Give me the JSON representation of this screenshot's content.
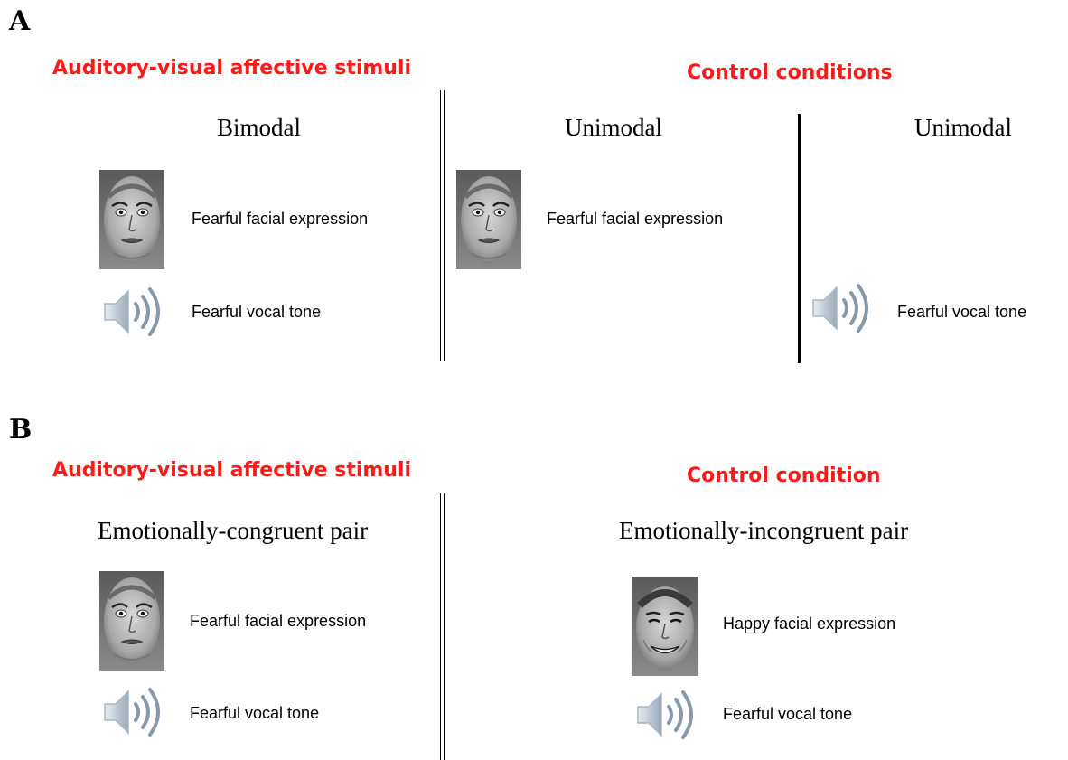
{
  "panel_a": {
    "label": "A",
    "heading_left": "Auditory-visual affective stimuli",
    "heading_right": "Control conditions",
    "bimodal": {
      "title": "Bimodal",
      "face_label": "Fearful facial expression",
      "voice_label": "Fearful vocal tone"
    },
    "unimodal_visual": {
      "title": "Unimodal",
      "face_label": "Fearful facial expression"
    },
    "unimodal_auditory": {
      "title": "Unimodal",
      "voice_label": "Fearful vocal tone"
    }
  },
  "panel_b": {
    "label": "B",
    "heading_left": "Auditory-visual affective stimuli",
    "heading_right": "Control condition",
    "congruent": {
      "title": "Emotionally-congruent pair",
      "face_label": "Fearful facial expression",
      "voice_label": "Fearful vocal tone"
    },
    "incongruent": {
      "title": "Emotionally-incongruent pair",
      "face_label": "Happy facial expression",
      "voice_label": "Fearful vocal tone"
    }
  },
  "colors": {
    "heading": "#ff1a1a",
    "text": "#000000"
  },
  "icons": [
    "fearful-face-icon",
    "happy-face-icon",
    "speaker-icon"
  ]
}
